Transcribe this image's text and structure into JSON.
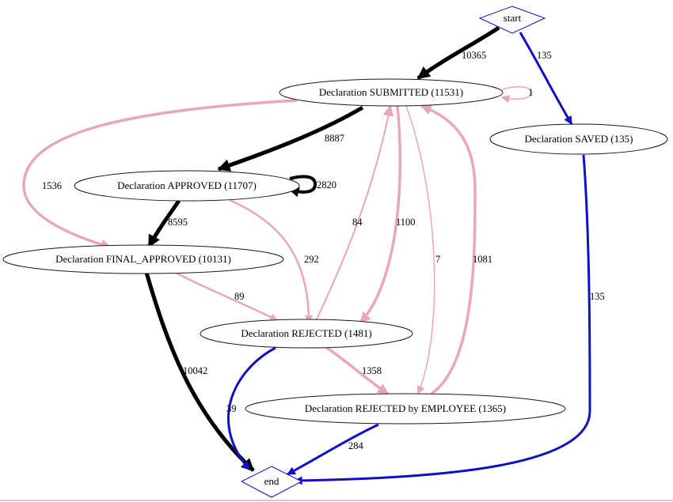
{
  "colors": {
    "main": "#000000",
    "minor": "#e8a8b6",
    "start_end": "#1010c8",
    "node_stroke": "#1a1a1a"
  },
  "nodes": {
    "start": "start",
    "end": "end",
    "submitted": "Declaration SUBMITTED (11531)",
    "saved": "Declaration SAVED (135)",
    "approved": "Declaration APPROVED (11707)",
    "final_approved": "Declaration FINAL_APPROVED (10131)",
    "rejected": "Declaration REJECTED (1481)",
    "rejected_by_employee": "Declaration REJECTED by EMPLOYEE (1365)"
  },
  "edges": {
    "start_to_submitted": "10365",
    "start_to_saved": "135",
    "submitted_self": "1",
    "submitted_to_approved": "8887",
    "submitted_to_final_approved": "1536",
    "approved_self": "2820",
    "approved_to_final_approved": "8595",
    "approved_to_rejected": "292",
    "rejected_to_submitted": "84",
    "submitted_to_rejected": "1100",
    "submitted_to_rejected_by_employee": "7",
    "rejected_by_employee_to_submitted": "1081",
    "saved_to_end": "135",
    "final_approved_to_rejected": "89",
    "final_approved_to_end": "10042",
    "rejected_to_rejected_by_employee": "1358",
    "rejected_to_end": "39",
    "rejected_by_employee_to_end": "284"
  }
}
